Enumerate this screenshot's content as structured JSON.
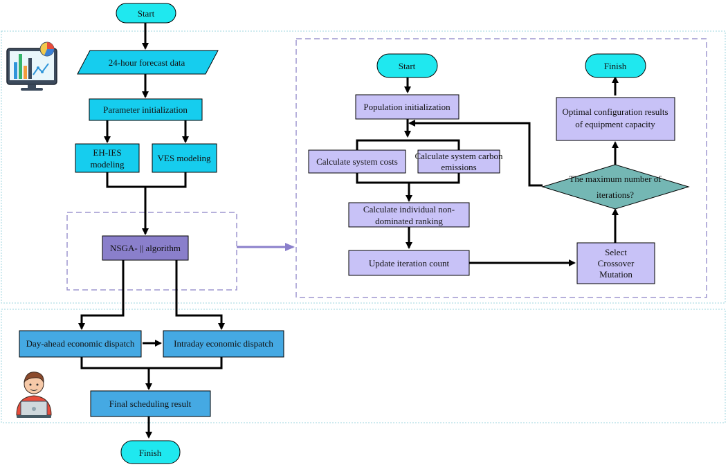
{
  "main": {
    "start": "Start",
    "forecast": "24-hour forecast data",
    "param_init": "Parameter initialization",
    "ehies_line1": "EH-IES",
    "ehies_line2": "modeling",
    "ves": "VES modeling",
    "nsga": "NSGA- || algorithm",
    "dayahead": "Day-ahead economic dispatch",
    "intraday": "Intraday economic dispatch",
    "final": "Final scheduling result",
    "finish": "Finish"
  },
  "detail": {
    "start": "Start",
    "finish": "Finish",
    "pop_init": "Population initialization",
    "costs": "Calculate system costs",
    "carbon_line1": "Calculate system carbon",
    "carbon_line2": "emissions",
    "rank_line1": "Calculate individual non-",
    "rank_line2": "dominated ranking",
    "update": "Update iteration count",
    "select_line1": "Select",
    "select_line2": "Crossover",
    "select_line3": "Mutation",
    "maxiter_line1": "The maximum number of",
    "maxiter_line2": "iterations?",
    "optimal_line1": "Optimal configuration results",
    "optimal_line2": "of equipment capacity"
  },
  "icons": {
    "monitor": "monitor-chart-icon",
    "user": "user-laptop-icon"
  },
  "colors": {
    "terminal": "#1fe8ef",
    "process_blue": "#16cdee",
    "dispatch_blue": "#45a9e3",
    "lavender": "#c8c2f7",
    "nsga_purple": "#8a7fcb",
    "diamond_teal": "#74b7b4",
    "dashed_purple": "#9e95cf",
    "dotted_teal": "#9ed6df"
  }
}
